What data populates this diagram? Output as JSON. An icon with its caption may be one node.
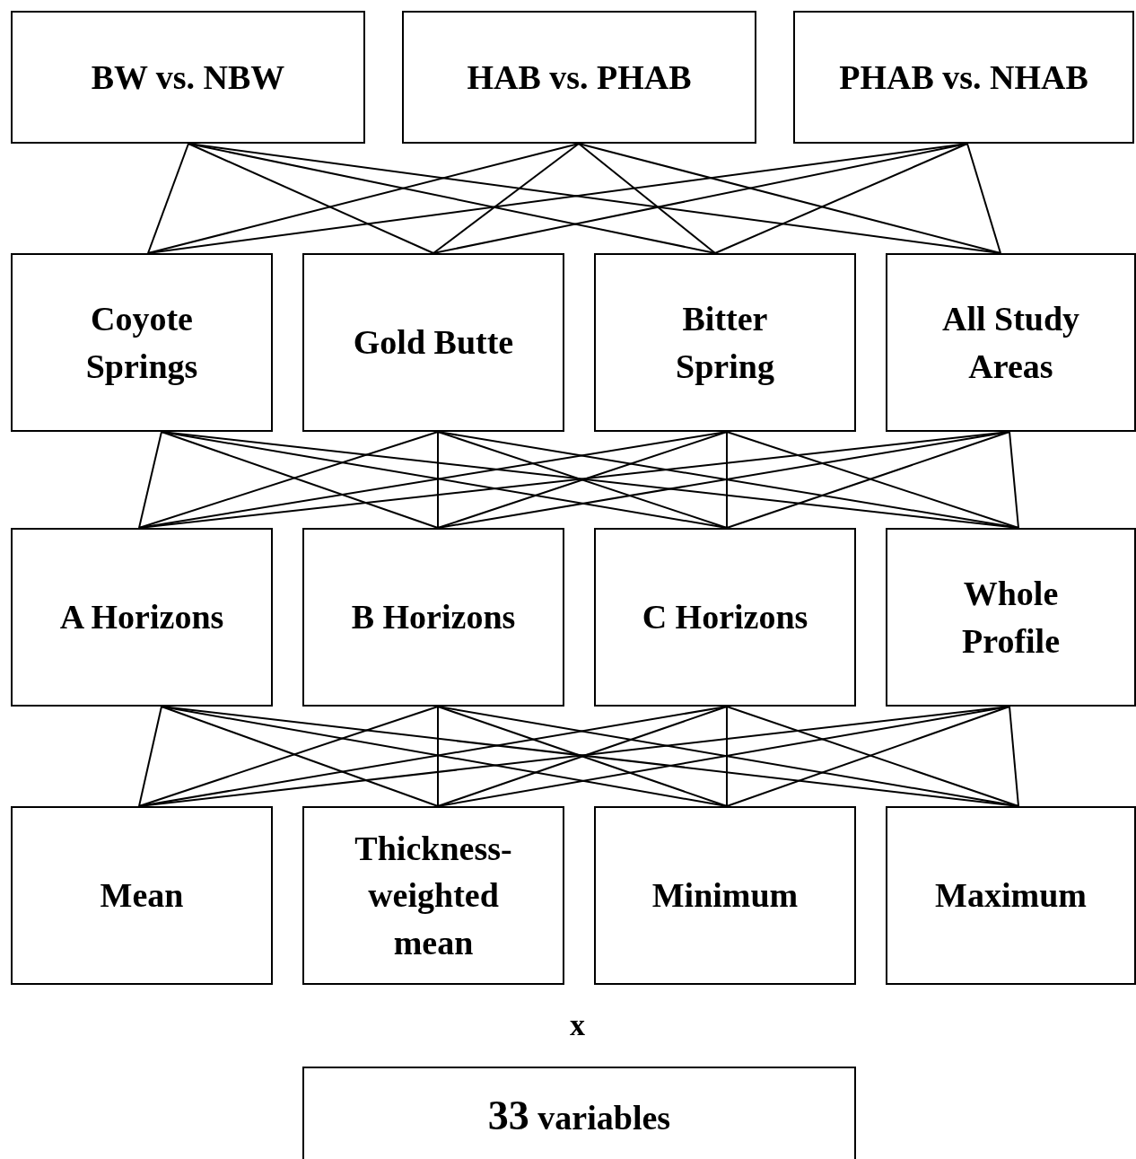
{
  "diagram": {
    "nodes": [
      {
        "text": [
          "BW vs. NBW"
        ]
      },
      {
        "text": [
          "HAB vs. PHAB"
        ]
      },
      {
        "text": [
          "PHAB vs. NHAB"
        ]
      },
      {
        "text": [
          "Coyote Springs"
        ]
      },
      {
        "text": [
          "Gold Butte"
        ]
      },
      {
        "text": [
          "Bitter Spring"
        ]
      },
      {
        "text": [
          "All Study Areas"
        ]
      },
      {
        "text": [
          "A Horizons"
        ]
      },
      {
        "text": [
          "B Horizons"
        ]
      },
      {
        "text": [
          "C Horizons"
        ]
      },
      {
        "text": [
          "Whole Profile"
        ]
      },
      {
        "text": [
          "Mean"
        ]
      },
      {
        "text": [
          "Thickness-weighted mean"
        ]
      },
      {
        "text": [
          "Minimum"
        ]
      },
      {
        "text": [
          "Maximum"
        ]
      },
      {
        "text": [
          "**33** variables"
        ]
      }
    ],
    "edges": [
      {
        "from": 0,
        "to": 3,
        "arrow": "none"
      },
      {
        "from": 0,
        "to": 4,
        "arrow": "none"
      },
      {
        "from": 0,
        "to": 5,
        "arrow": "none"
      },
      {
        "from": 0,
        "to": 6,
        "arrow": "none"
      },
      {
        "from": 1,
        "to": 3,
        "arrow": "none"
      },
      {
        "from": 1,
        "to": 4,
        "arrow": "none"
      },
      {
        "from": 1,
        "to": 5,
        "arrow": "none"
      },
      {
        "from": 1,
        "to": 6,
        "arrow": "none"
      },
      {
        "from": 2,
        "to": 3,
        "arrow": "none"
      },
      {
        "from": 2,
        "to": 4,
        "arrow": "none"
      },
      {
        "from": 2,
        "to": 5,
        "arrow": "none"
      },
      {
        "from": 2,
        "to": 6,
        "arrow": "none"
      },
      {
        "from": 3,
        "to": 7,
        "arrow": "none"
      },
      {
        "from": 3,
        "to": 8,
        "arrow": "none"
      },
      {
        "from": 3,
        "to": 9,
        "arrow": "none"
      },
      {
        "from": 3,
        "to": 10,
        "arrow": "none"
      },
      {
        "from": 4,
        "to": 7,
        "arrow": "none"
      },
      {
        "from": 4,
        "to": 8,
        "arrow": "none"
      },
      {
        "from": 4,
        "to": 9,
        "arrow": "none"
      },
      {
        "from": 4,
        "to": 10,
        "arrow": "none"
      },
      {
        "from": 5,
        "to": 7,
        "arrow": "none"
      },
      {
        "from": 5,
        "to": 8,
        "arrow": "none"
      },
      {
        "from": 5,
        "to": 9,
        "arrow": "none"
      },
      {
        "from": 5,
        "to": 10,
        "arrow": "none"
      },
      {
        "from": 6,
        "to": 7,
        "arrow": "none"
      },
      {
        "from": 6,
        "to": 8,
        "arrow": "none"
      },
      {
        "from": 6,
        "to": 9,
        "arrow": "none"
      },
      {
        "from": 6,
        "to": 10,
        "arrow": "none"
      },
      {
        "from": 7,
        "to": 11,
        "arrow": "none"
      },
      {
        "from": 7,
        "to": 12,
        "arrow": "none"
      },
      {
        "from": 7,
        "to": 13,
        "arrow": "none"
      },
      {
        "from": 7,
        "to": 14,
        "arrow": "none"
      },
      {
        "from": 8,
        "to": 11,
        "arrow": "none"
      },
      {
        "from": 8,
        "to": 12,
        "arrow": "none"
      },
      {
        "from": 8,
        "to": 13,
        "arrow": "none"
      },
      {
        "from": 8,
        "to": 14,
        "arrow": "none"
      },
      {
        "from": 9,
        "to": 11,
        "arrow": "none"
      },
      {
        "from": 9,
        "to": 12,
        "arrow": "none"
      },
      {
        "from": 9,
        "to": 13,
        "arrow": "none"
      },
      {
        "from": 9,
        "to": 14,
        "arrow": "none"
      },
      {
        "from": 10,
        "to": 11,
        "arrow": "none"
      },
      {
        "from": 10,
        "to": 12,
        "arrow": "none"
      },
      {
        "from": 10,
        "to": 13,
        "arrow": "none"
      },
      {
        "from": 10,
        "to": 14,
        "arrow": "none"
      }
    ],
    "labels": [
      "x"
    ]
  }
}
